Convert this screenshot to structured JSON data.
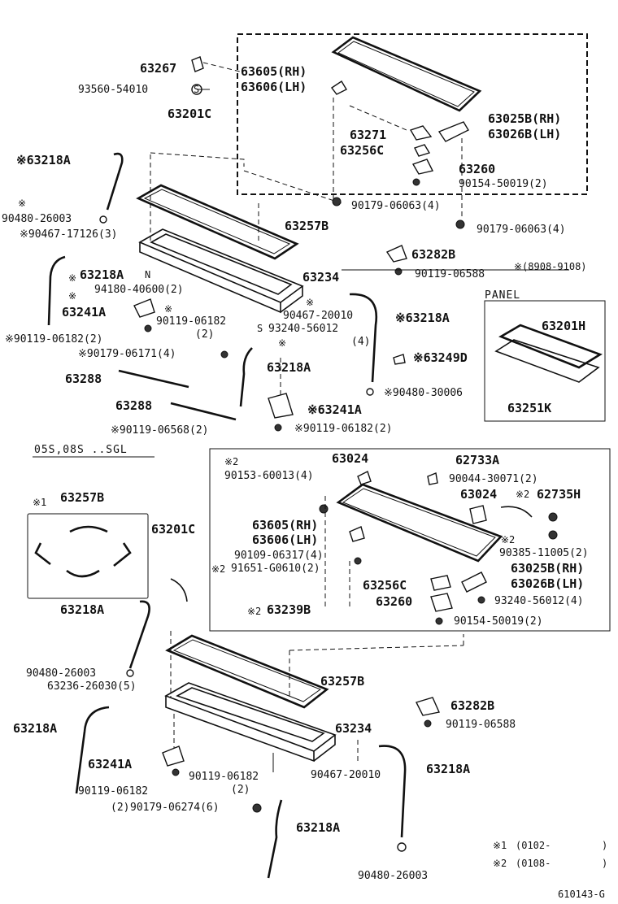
{
  "labels": {
    "l63267": "63267",
    "l93560": "93560-54010",
    "l63605a": "63605(RH)",
    "l63606a": "63606(LH)",
    "l63201c1": "63201C",
    "l63025a": "63025B(RH)",
    "l63026a": "63026B(LH)",
    "l63271": "63271",
    "l63256c1": "63256C",
    "l63260a": "63260",
    "l90154a": "90154-50019(2)",
    "l63218a1": "※63218A",
    "l90480a": "90480-26003",
    "l90467a": "※90467-17126(3)",
    "l90179a": "90179-06063(4)",
    "l90179b": "90179-06063(4)",
    "l63257b1": "63257B",
    "l63282b1": "63282B",
    "l90119a": "90119-06588",
    "l8908": "※(8908-9108)",
    "l63218a2": "63218A",
    "l94180": "94180-40600(2)",
    "l63234a": "63234",
    "l63241a1": "63241A",
    "l90119b": "90119-06182",
    "l2a": "(2)",
    "l90467b": "90467-20010",
    "l63218a3": "※63218A",
    "l90119c": "※90119-06182(2)",
    "l90179c": "※90179-06171(4)",
    "l93240a": "93240-56012",
    "l4a": "(4)",
    "lpanel": "PANEL",
    "l63201h": "63201H",
    "l63249d": "※63249D",
    "l63218a4": "63218A",
    "l90480b": "※90480-30006",
    "l63251k": "63251K",
    "l63288a": "63288",
    "l63288b": "63288",
    "l63241a2": "※63241A",
    "l90119d": "※90119-06568(2)",
    "l90119e": "※90119-06182(2)",
    "lsgl": "05S,08S  ..SGL",
    "l63257b2": "63257B",
    "l63024a": "63024",
    "l62733a": "62733A",
    "l90153": "90153-60013(4)",
    "l90044": "90044-30071(2)",
    "l63024b": "63024",
    "l62735h": "62735H",
    "l63201c2": "63201C",
    "l63605b": "63605(RH)",
    "l63606b": "63606(LH)",
    "l90385": "90385-11005(2)",
    "l90109": "90109-06317(4)",
    "l91651": "91651-G0610(2)",
    "l63025b": "63025B(RH)",
    "l63026b": "63026B(LH)",
    "l63256c2": "63256C",
    "l63260b": "63260",
    "l93240b": "93240-56012(4)",
    "l63239b": "63239B",
    "l90154b": "90154-50019(2)",
    "l63218a5": "63218A",
    "l90480c": "90480-26003",
    "l63236": "63236-26030(5)",
    "l63257b3": "63257B",
    "l63282b2": "63282B",
    "l63234b": "63234",
    "l90119f": "90119-06588",
    "l63218a6": "63218A",
    "l63241a3": "63241A",
    "l90119g": "90119-06182",
    "l2b": "(2)",
    "l90467c": "90467-20010",
    "l63218a7": "63218A",
    "l90119h": "90119-06182",
    "l2c": "(2)",
    "l90179d": "90179-06274(6)",
    "l63218a8": "63218A",
    "l90480d": "90480-26003",
    "l0102": "(0102-",
    "l0108": "(0108-",
    "lcode": "610143-G"
  },
  "symbols": {
    "asterisk": "※",
    "n_mark": "N",
    "s_mark": "S",
    "note1": "※1",
    "note2": "※2",
    "paren_close": ")"
  }
}
